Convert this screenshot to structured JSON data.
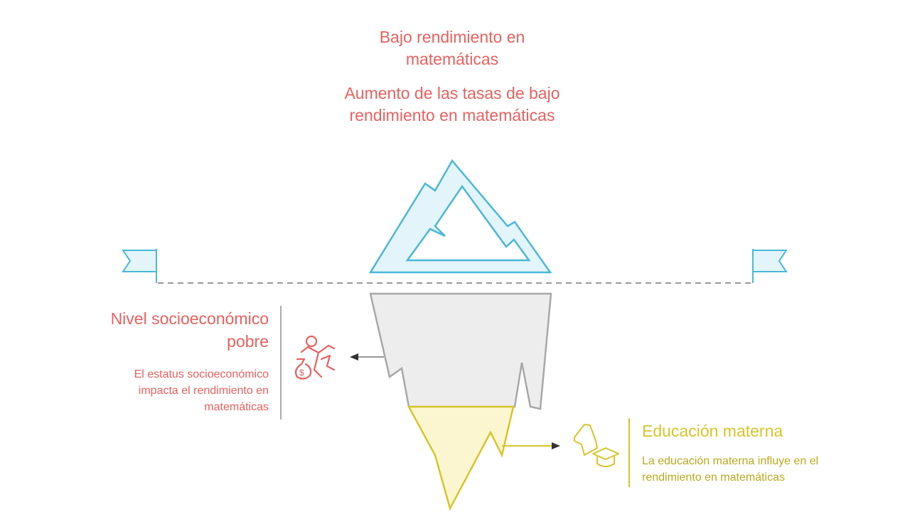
{
  "top": {
    "title1": "Bajo rendimiento en matemáticas",
    "title2": "Aumento de las tasas de bajo rendimiento en matemáticas"
  },
  "left": {
    "title": "Nivel socioeconómico pobre",
    "desc": "El estatus socioeconómico impacta el rendimiento en matemáticas",
    "icon": "money-runner-icon"
  },
  "right": {
    "title": "Educación materna",
    "desc": "La educación materna influye en el rendimiento en matemáticas",
    "icon": "mother-graduation-icon"
  },
  "colors": {
    "red": "#e8615f",
    "blue": "#4ab8d8",
    "yellow": "#d6c52a",
    "gray": "#a8a8a8"
  }
}
